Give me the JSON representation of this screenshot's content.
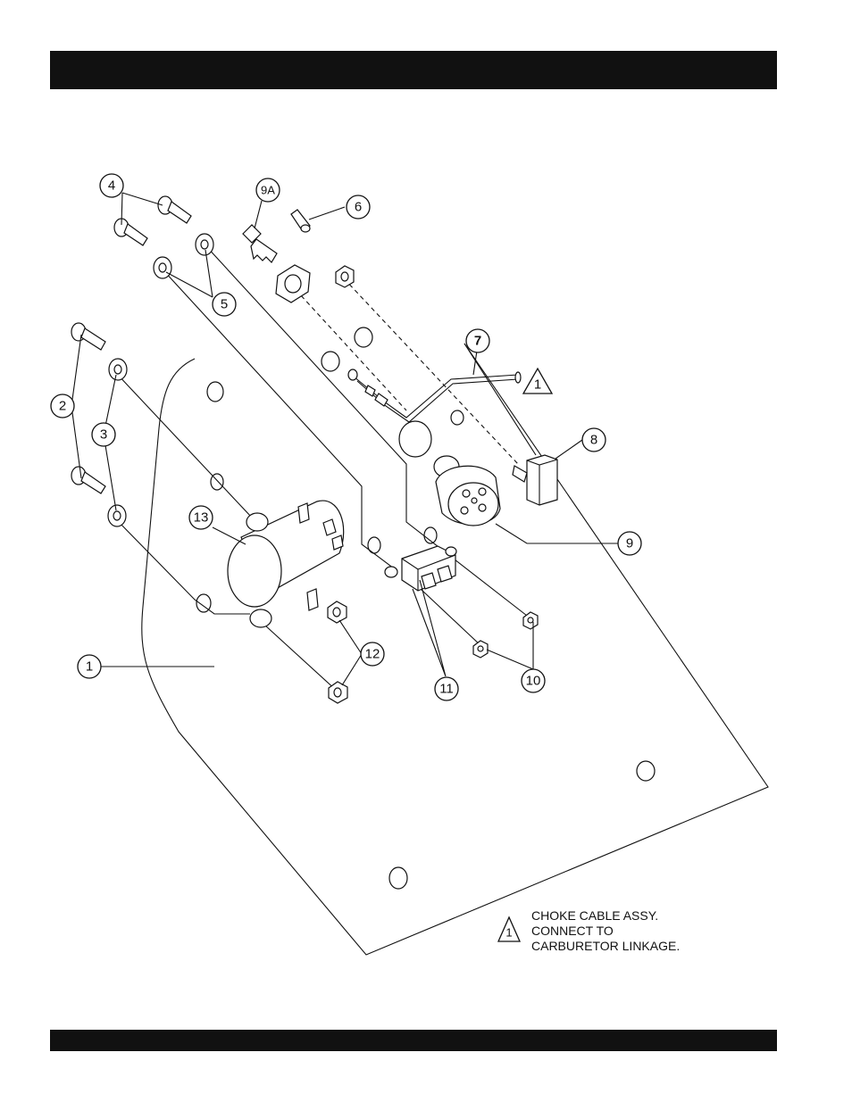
{
  "callouts": {
    "c1": "1",
    "c2": "2",
    "c3": "3",
    "c4": "4",
    "c5": "5",
    "c6": "6",
    "c7": "7",
    "c8": "8",
    "c9": "9",
    "c9a": "9A",
    "c10": "10",
    "c11": "11",
    "c12": "12",
    "c13": "13"
  },
  "warning_symbol": "1",
  "note": {
    "symbol": "1",
    "lines": [
      "CHOKE CABLE ASSY.",
      "CONNECT TO",
      "CARBURETOR LINKAGE."
    ]
  }
}
